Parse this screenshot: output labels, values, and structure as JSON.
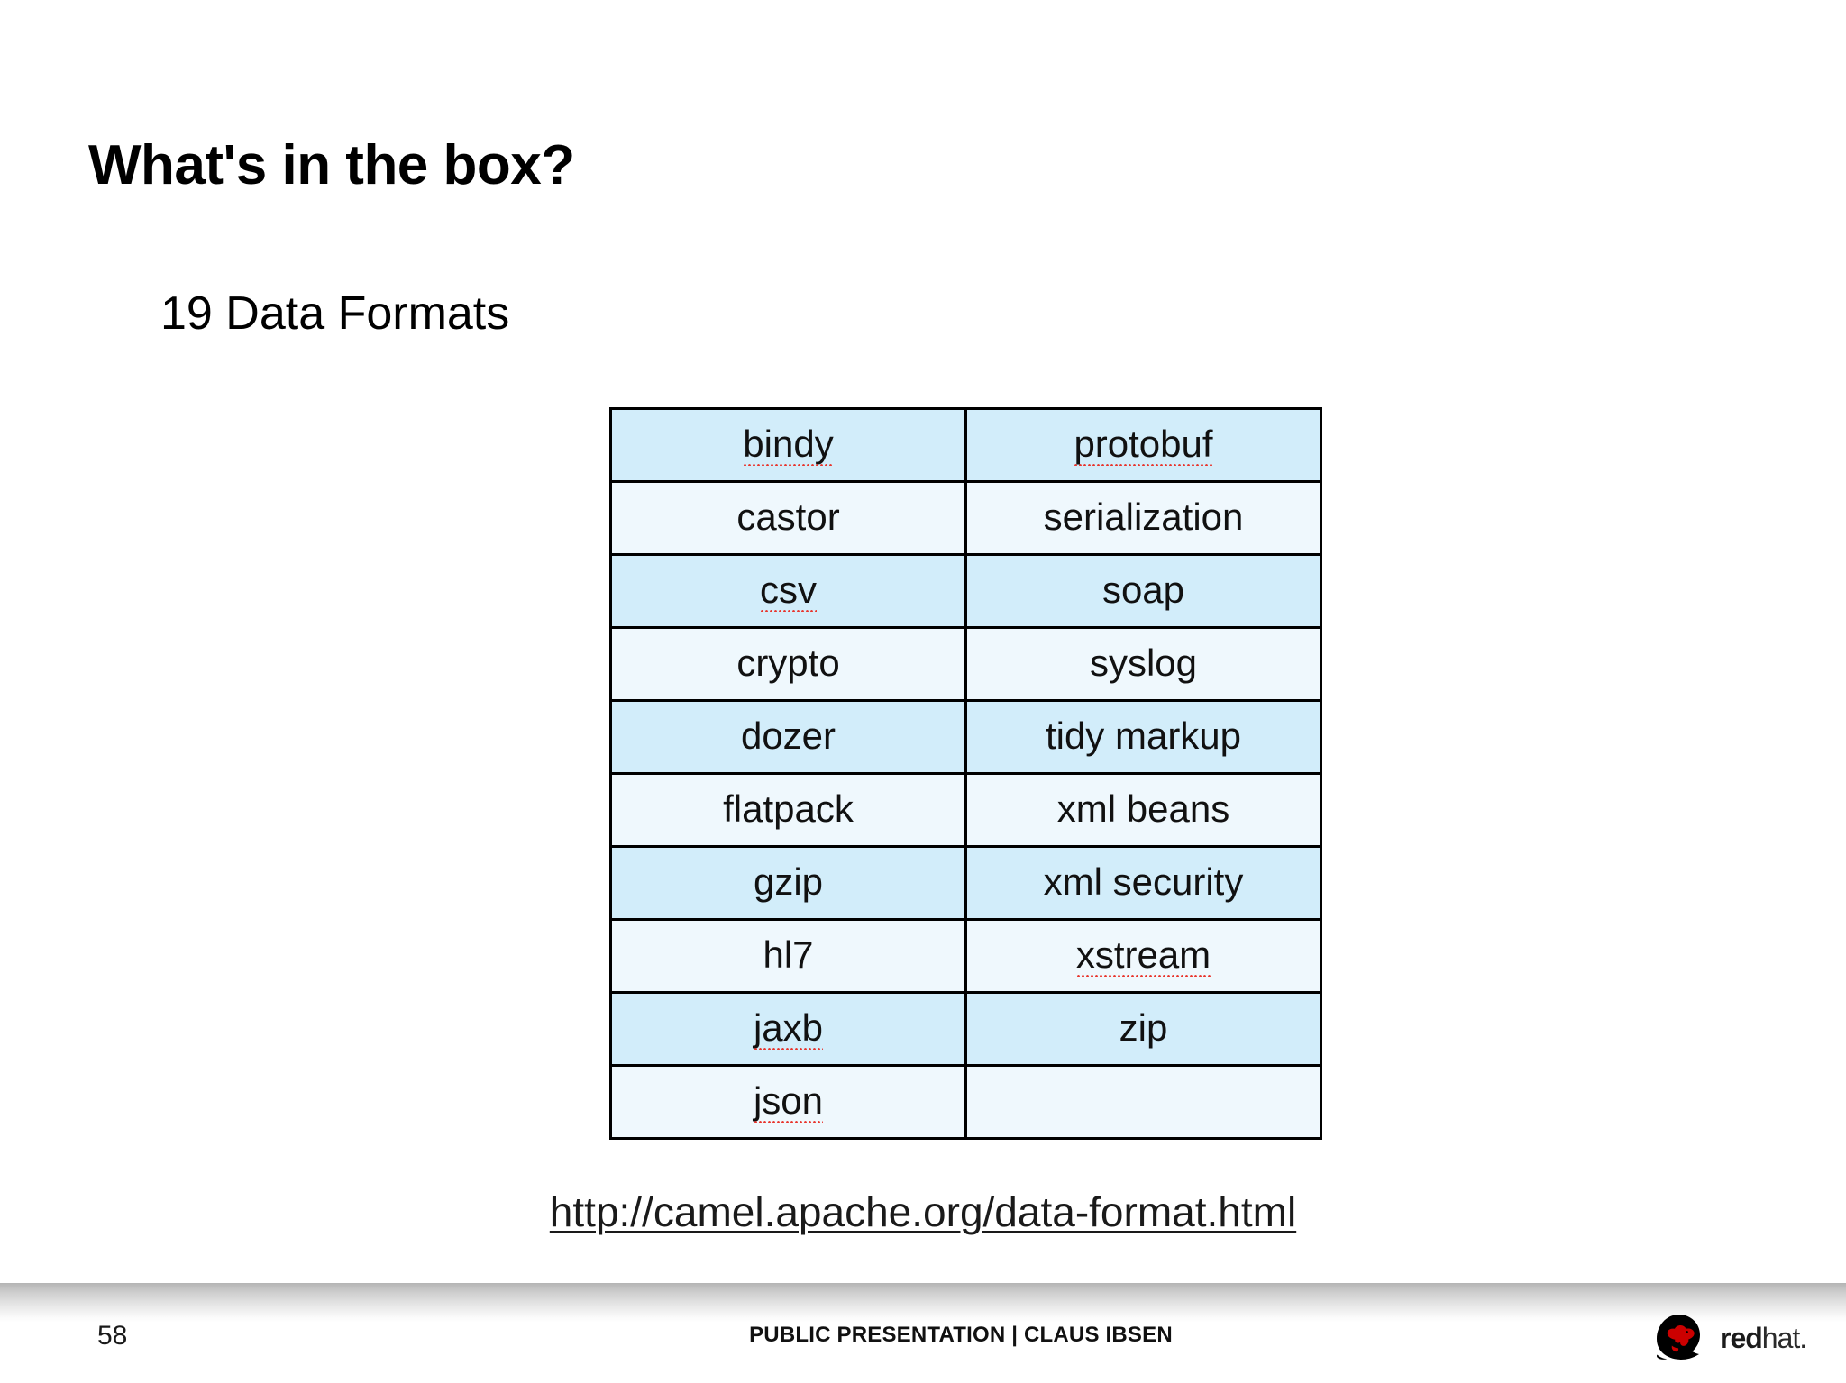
{
  "slide": {
    "title": "What's in the box?",
    "subtitle": "19 Data Formats",
    "url": "http://camel.apache.org/data-format.html"
  },
  "table": {
    "rows": [
      {
        "left": "bindy",
        "left_misspelled": true,
        "right": "protobuf",
        "right_misspelled": true
      },
      {
        "left": "castor",
        "left_misspelled": false,
        "right": "serialization",
        "right_misspelled": false
      },
      {
        "left": "csv",
        "left_misspelled": true,
        "right": "soap",
        "right_misspelled": false
      },
      {
        "left": "crypto",
        "left_misspelled": false,
        "right": "syslog",
        "right_misspelled": false
      },
      {
        "left": "dozer",
        "left_misspelled": false,
        "right": "tidy markup",
        "right_misspelled": false
      },
      {
        "left": "flatpack",
        "left_misspelled": false,
        "right": "xml beans",
        "right_misspelled": false
      },
      {
        "left": "gzip",
        "left_misspelled": false,
        "right": "xml security",
        "right_misspelled": false
      },
      {
        "left": "hl7",
        "left_misspelled": false,
        "right": "xstream",
        "right_misspelled": true
      },
      {
        "left": "jaxb",
        "left_misspelled": true,
        "right": "zip",
        "right_misspelled": false
      },
      {
        "left": "json",
        "left_misspelled": true,
        "right": "",
        "right_misspelled": false
      }
    ],
    "row_color_a": "#d2edfa",
    "row_color_b": "#eff8fd",
    "border_color": "#000000"
  },
  "footer": {
    "page_number": "58",
    "center_text": "PUBLIC PRESENTATION | CLAUS IBSEN",
    "logo": {
      "brand_bold": "red",
      "brand_light": "hat.",
      "hat_color": "#cc0000",
      "circle_color": "#000000"
    }
  }
}
